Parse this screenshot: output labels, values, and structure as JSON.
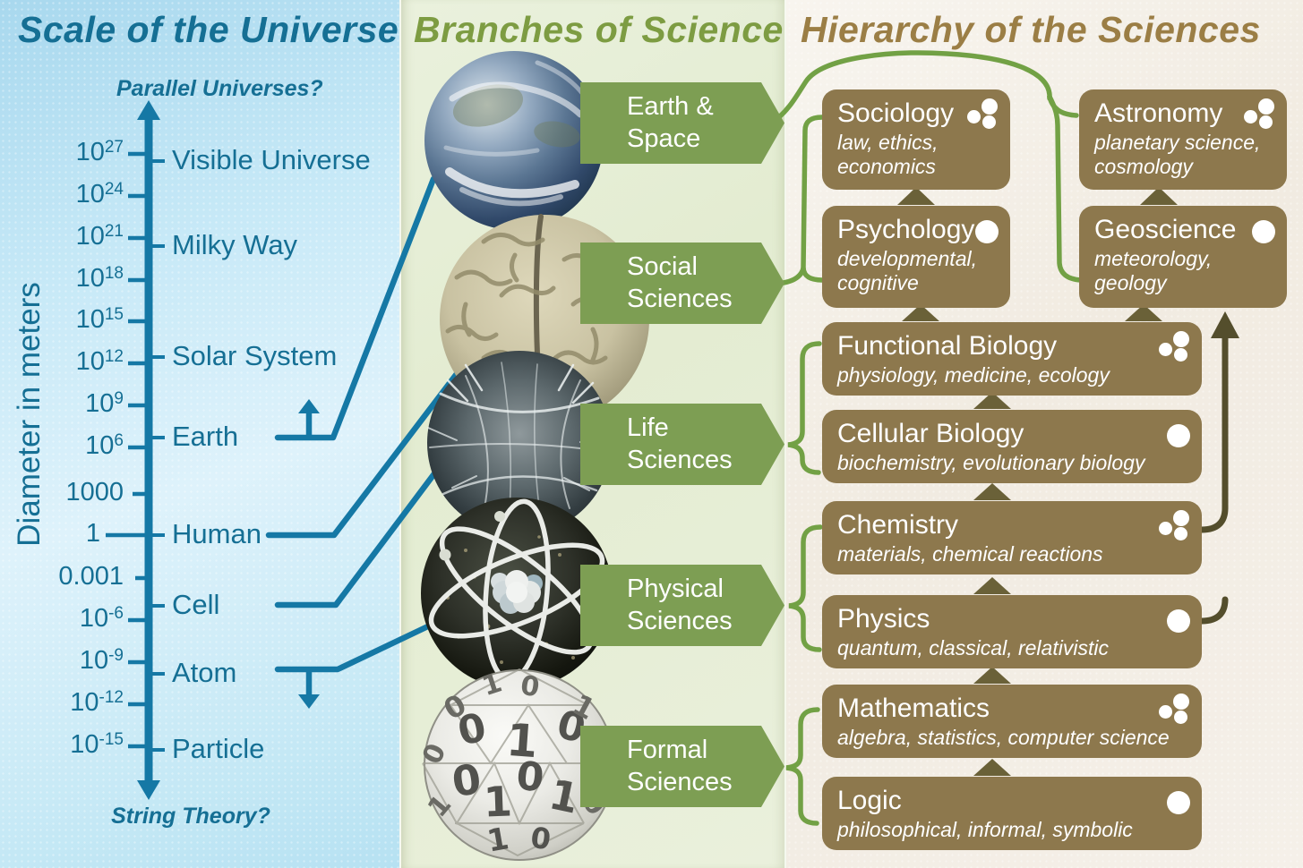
{
  "scale_panel": {
    "title": "Scale of the Universe",
    "axis_label": "Diameter in meters",
    "top_label": "Parallel Universes?",
    "bottom_label": "String Theory?",
    "tick_values": [
      {
        "base": "10",
        "exp": "27"
      },
      {
        "base": "10",
        "exp": "24"
      },
      {
        "base": "10",
        "exp": "21"
      },
      {
        "base": "10",
        "exp": "18"
      },
      {
        "base": "10",
        "exp": "15"
      },
      {
        "base": "10",
        "exp": "12"
      },
      {
        "base": "10",
        "exp": "9"
      },
      {
        "base": "10",
        "exp": "6"
      },
      {
        "base": "1000",
        "exp": ""
      },
      {
        "base": "1",
        "exp": ""
      },
      {
        "base": "0.001",
        "exp": ""
      },
      {
        "base": "10",
        "exp": "-6"
      },
      {
        "base": "10",
        "exp": "-9"
      },
      {
        "base": "10",
        "exp": "-12"
      },
      {
        "base": "10",
        "exp": "-15"
      }
    ],
    "object_labels": [
      "Visible Universe",
      "Milky Way",
      "Solar System",
      "Earth",
      "Human",
      "Cell",
      "Atom",
      "Particle"
    ]
  },
  "branches_panel": {
    "title": "Branches of Science",
    "branches": [
      {
        "line1": "Earth &",
        "line2": "Space",
        "image": "earth-photo"
      },
      {
        "line1": "Social",
        "line2": "Sciences",
        "image": "brain-photo"
      },
      {
        "line1": "Life",
        "line2": "Sciences",
        "image": "cell-micrograph"
      },
      {
        "line1": "Physical",
        "line2": "Sciences",
        "image": "atom-illustration"
      },
      {
        "line1": "Formal",
        "line2": "Sciences",
        "image": "binary-sphere"
      }
    ]
  },
  "hierarchy_panel": {
    "title": "Hierarchy of the Sciences",
    "boxes": [
      {
        "title": "Sociology",
        "subtitle": "law, ethics,\neconomics",
        "icon": "multi"
      },
      {
        "title": "Astronomy",
        "subtitle": "planetary science,\ncosmology",
        "icon": "multi"
      },
      {
        "title": "Psychology",
        "subtitle": "developmental,\ncognitive",
        "icon": "single"
      },
      {
        "title": "Geoscience",
        "subtitle": "meteorology,\ngeology",
        "icon": "single"
      },
      {
        "title": "Functional Biology",
        "subtitle": "physiology, medicine, ecology",
        "icon": "multi"
      },
      {
        "title": "Cellular Biology",
        "subtitle": "biochemistry, evolutionary biology",
        "icon": "single"
      },
      {
        "title": "Chemistry",
        "subtitle": "materials, chemical reactions",
        "icon": "multi"
      },
      {
        "title": "Physics",
        "subtitle": "quantum, classical, relativistic",
        "icon": "single"
      },
      {
        "title": "Mathematics",
        "subtitle": "algebra, statistics, computer science",
        "icon": "multi"
      },
      {
        "title": "Logic",
        "subtitle": "philosophical, informal, symbolic",
        "icon": "single"
      }
    ]
  },
  "colors": {
    "teal_text": "#156f94",
    "axis_blue": "#1578a5",
    "banner_green": "#7d9e53",
    "connector_green": "#72a145",
    "box_brown": "#8d784d",
    "triangle_dark": "#6a6138",
    "merge_arrow_dark": "#544e2c",
    "branches_title": "#7d9c42",
    "hierarchy_title": "#9b7e45"
  }
}
